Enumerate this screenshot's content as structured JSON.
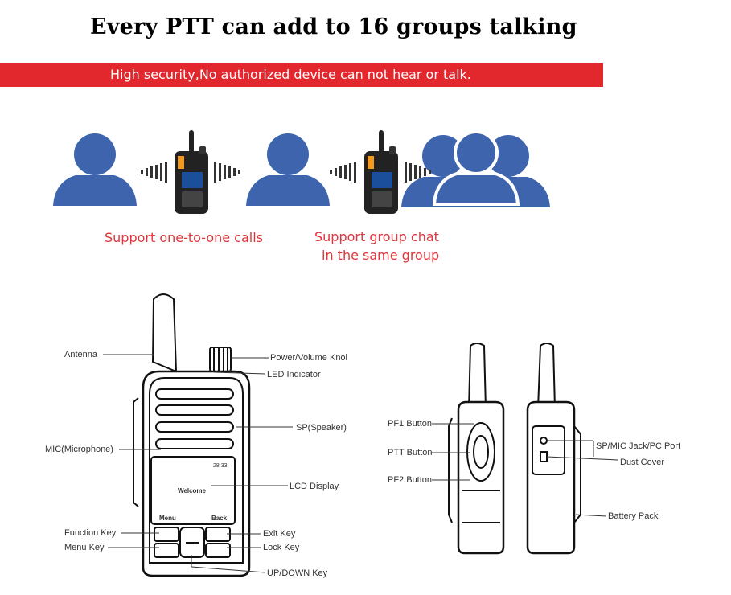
{
  "header": {
    "title": "Every PTT can add to 16 groups talking",
    "banner": "High security,No authorized device can not hear or talk."
  },
  "features": {
    "one_to_one": "Support one-to-one calls",
    "group_line1": "Support group chat",
    "group_line2": "in the same group"
  },
  "radio_screen": {
    "status_time": "28:33",
    "welcome": "Welcome",
    "menu": "Menu",
    "back": "Back"
  },
  "front_labels": {
    "antenna": "Antenna",
    "power_volume": "Power/Volume Knol",
    "led": "LED Indicator",
    "speaker": "SP(Speaker)",
    "mic": "MIC(Microphone)",
    "lcd": "LCD Display",
    "function_key": "Function Key",
    "menu_key": "Menu Key",
    "exit_key": "Exit Key",
    "lock_key": "Lock Key",
    "updown_key": "UP/DOWN Key"
  },
  "side_labels": {
    "pf1": "PF1 Button",
    "ptt": "PTT Button",
    "pf2": "PF2 Button",
    "sp_mic": "SP/MIC Jack/PC Port",
    "dust": "Dust Cover",
    "battery": "Battery Pack"
  },
  "colors": {
    "banner_red": "#e2272d",
    "caption_red": "#e0353a",
    "person_blue": "#3e64ad"
  }
}
